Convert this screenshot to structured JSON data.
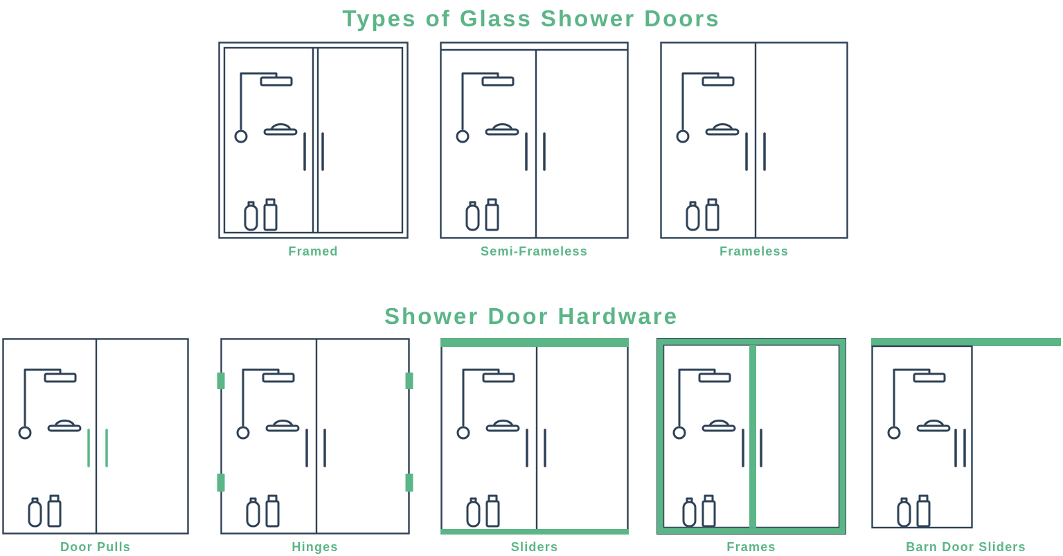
{
  "palette": {
    "ink": "#2e4156",
    "green": "#5bb587"
  },
  "sections": {
    "types": {
      "title": "Types of Glass Shower Doors",
      "cards": [
        {
          "label": "Framed"
        },
        {
          "label": "Semi-Frameless"
        },
        {
          "label": "Frameless"
        }
      ]
    },
    "hardware": {
      "title": "Shower Door Hardware",
      "cards": [
        {
          "label": "Door Pulls"
        },
        {
          "label": "Hinges"
        },
        {
          "label": "Sliders"
        },
        {
          "label": "Frames"
        },
        {
          "label": "Barn Door Sliders"
        }
      ]
    }
  }
}
